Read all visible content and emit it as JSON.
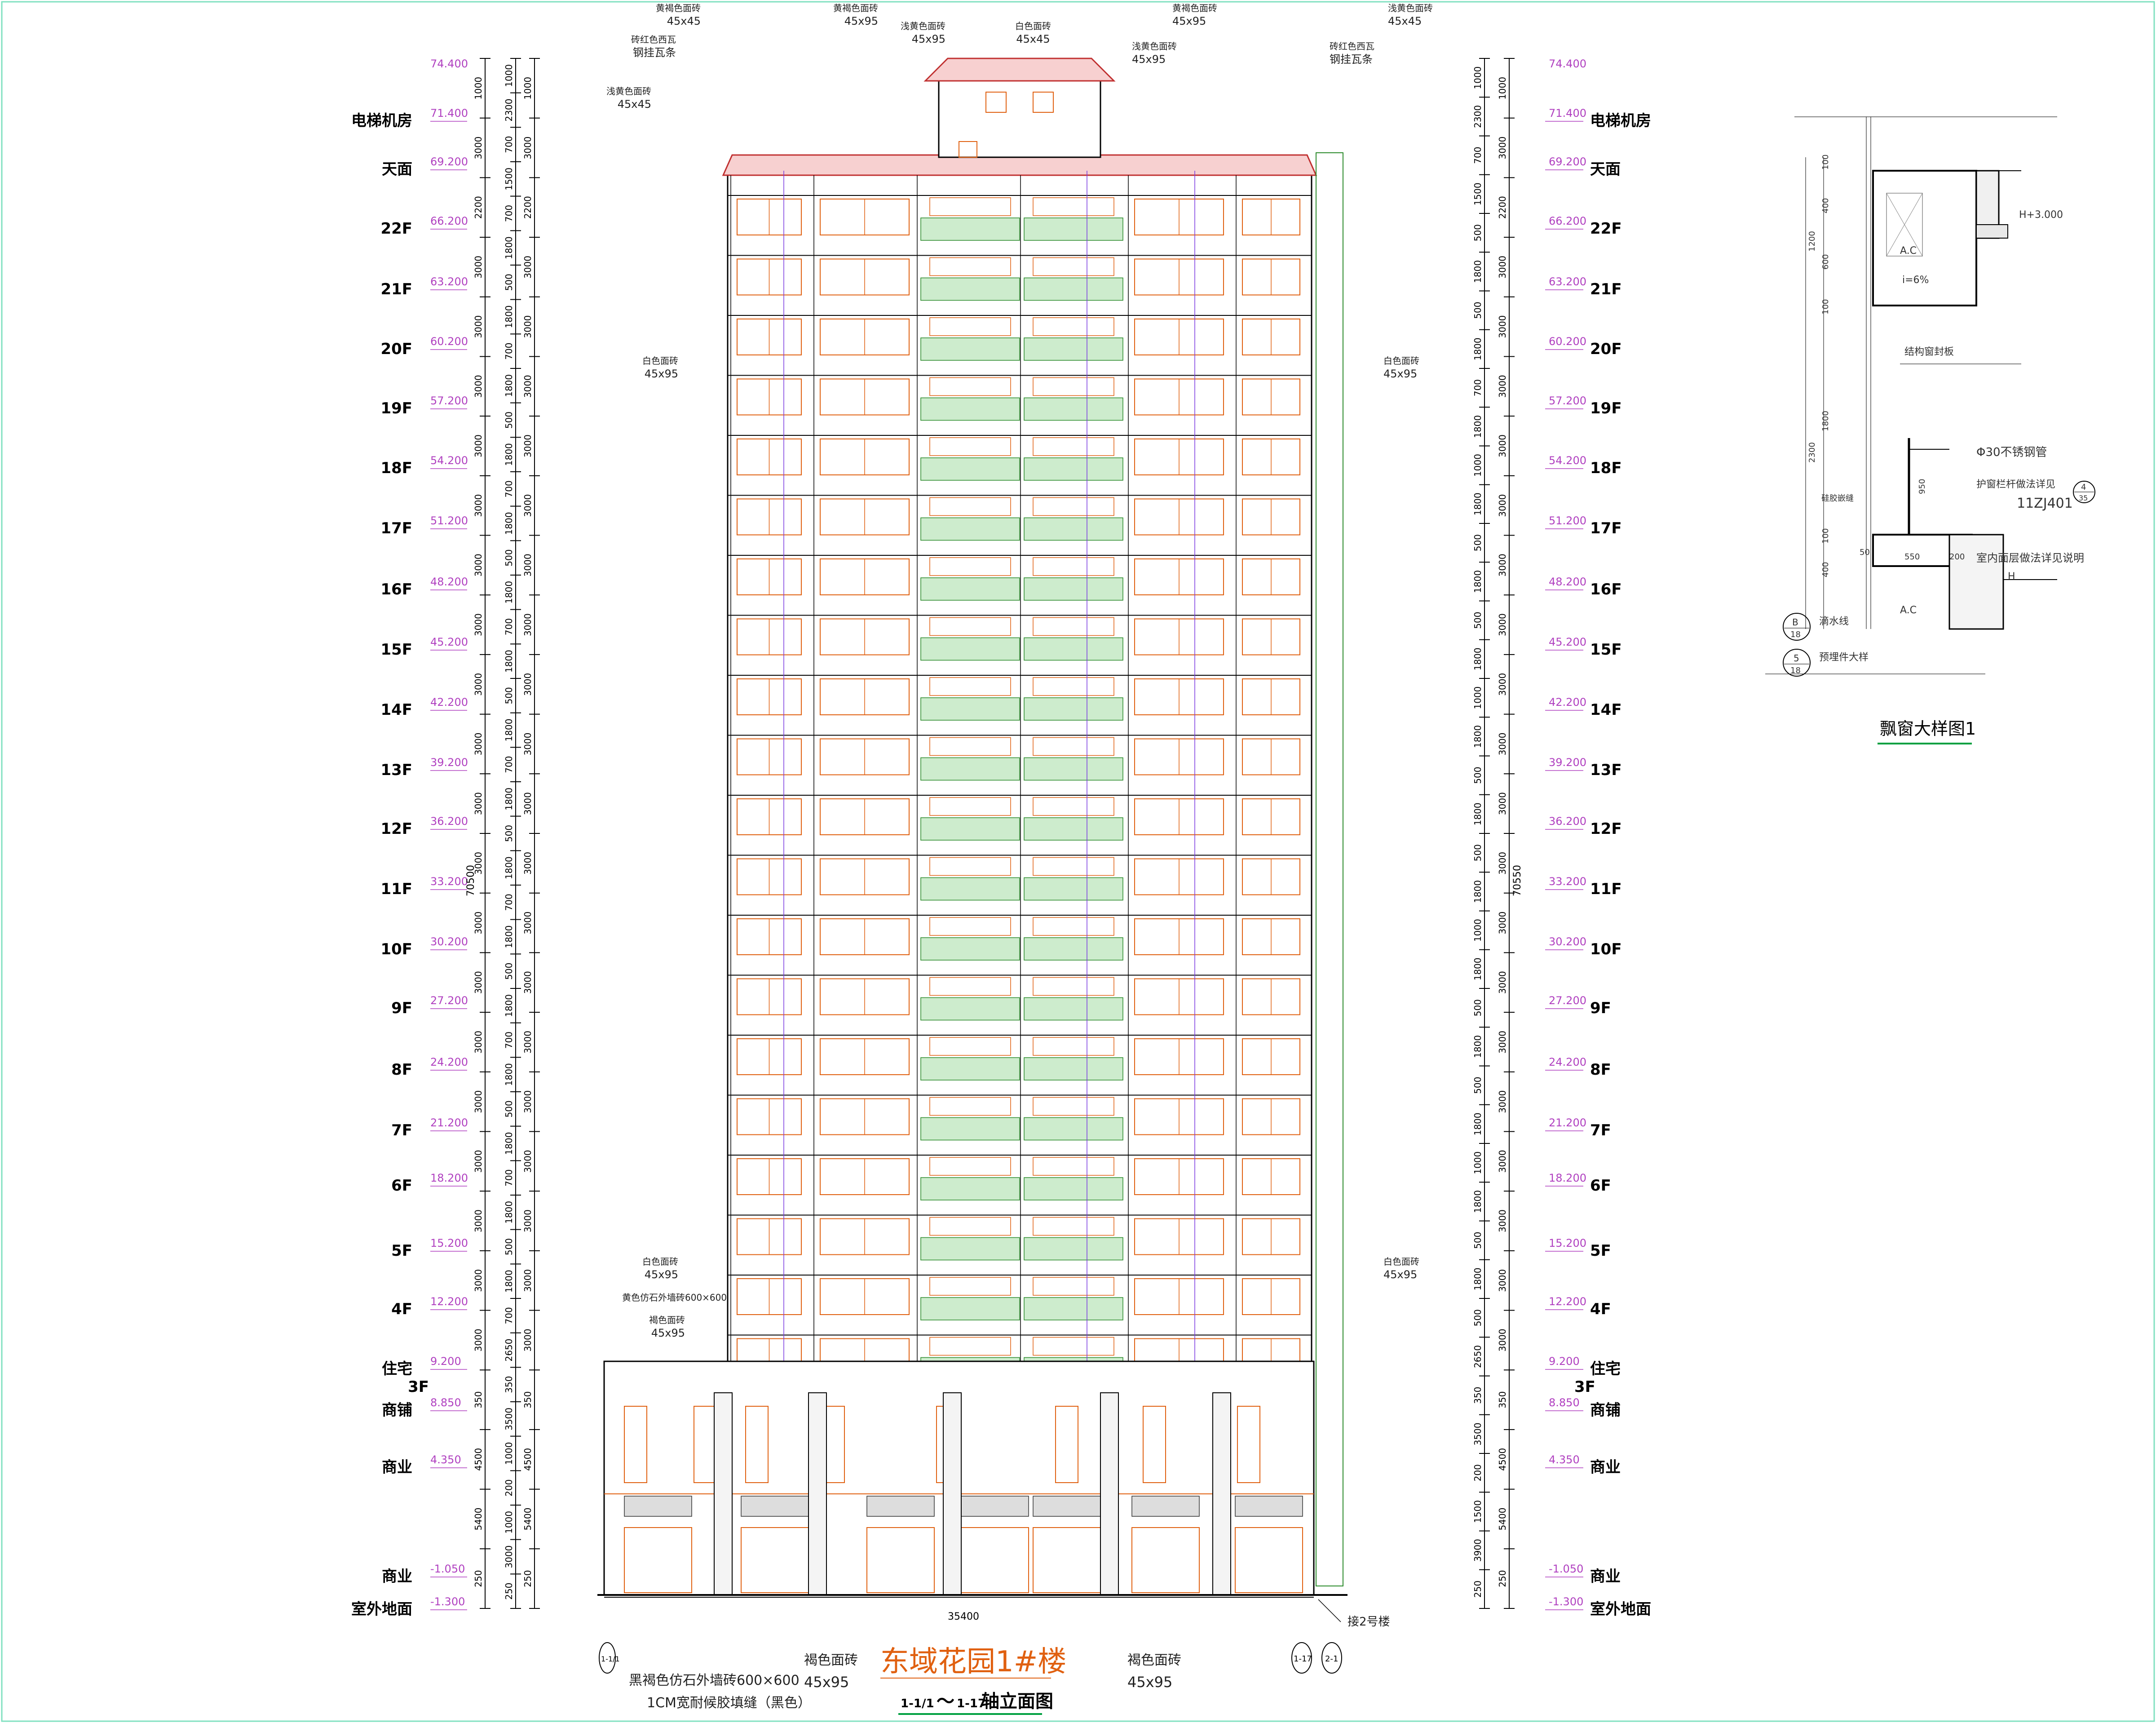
{
  "drawing": {
    "title": "东域花园1#楼",
    "subtitle_axis_left": "1-1/1",
    "subtitle_tilde": "～",
    "subtitle_axis_right": "1-17",
    "subtitle_text": "轴立面图",
    "width_dim": "35400",
    "axis_left": "1-1/1",
    "axis_right1": "1-17",
    "axis_right2": "2-1",
    "connect_note": "接2号楼"
  },
  "floors": [
    {
      "label": "电梯机房",
      "elev": "71.400"
    },
    {
      "label": "天面",
      "elev": "69.200"
    },
    {
      "label": "22F",
      "elev": "66.200"
    },
    {
      "label": "21F",
      "elev": "63.200"
    },
    {
      "label": "20F",
      "elev": "60.200"
    },
    {
      "label": "19F",
      "elev": "57.200"
    },
    {
      "label": "18F",
      "elev": "54.200"
    },
    {
      "label": "17F",
      "elev": "51.200"
    },
    {
      "label": "16F",
      "elev": "48.200"
    },
    {
      "label": "15F",
      "elev": "45.200"
    },
    {
      "label": "14F",
      "elev": "42.200"
    },
    {
      "label": "13F",
      "elev": "39.200"
    },
    {
      "label": "12F",
      "elev": "36.200"
    },
    {
      "label": "11F",
      "elev": "33.200"
    },
    {
      "label": "10F",
      "elev": "30.200"
    },
    {
      "label": "9F",
      "elev": "27.200"
    },
    {
      "label": "8F",
      "elev": "24.200"
    },
    {
      "label": "7F",
      "elev": "21.200"
    },
    {
      "label": "6F",
      "elev": "18.200"
    },
    {
      "label": "5F",
      "elev": "15.200"
    },
    {
      "label": "4F",
      "elev": "12.200"
    },
    {
      "label": "住宅",
      "elev": "9.200"
    },
    {
      "label": "商铺",
      "elev": "8.850"
    },
    {
      "label": "商业",
      "elev": "4.350"
    },
    {
      "label": "商业",
      "elev": "-1.050"
    },
    {
      "label": "室外地面",
      "elev": "-1.300"
    }
  ],
  "extra_labels": {
    "f3": "3F",
    "top_elev": "74.400",
    "total_left": "70500",
    "total_right": "70550"
  },
  "dims_left": [
    "1000",
    "3000",
    "2200",
    "3000",
    "3000",
    "3000",
    "3000",
    "3000",
    "3000",
    "3000",
    "3000",
    "3000",
    "3000",
    "3000",
    "3000",
    "3000",
    "3000",
    "3000",
    "3000",
    "3000",
    "3000",
    "3000",
    "350",
    "4500",
    "5400",
    "250"
  ],
  "dims_left2": [
    "1000",
    "2300",
    "700",
    "1500",
    "700",
    "1800",
    "500",
    "1800",
    "700",
    "1800",
    "500",
    "1800",
    "700",
    "1800",
    "500",
    "1800",
    "700",
    "1800",
    "500",
    "1800",
    "700",
    "1800",
    "500",
    "1800",
    "700",
    "1800",
    "500",
    "1800",
    "700",
    "1800",
    "500",
    "1800",
    "700",
    "1800",
    "500",
    "1800",
    "700",
    "2650",
    "350",
    "3500",
    "1000",
    "200",
    "1000",
    "3000",
    "250"
  ],
  "dims_right": [
    "1000",
    "2300",
    "700",
    "1500",
    "500",
    "1800",
    "500",
    "1800",
    "700",
    "1800",
    "1000",
    "1800",
    "500",
    "1800",
    "500",
    "1800",
    "1000",
    "1800",
    "500",
    "1800",
    "500",
    "1800",
    "1000",
    "1800",
    "500",
    "1800",
    "500",
    "1800",
    "1000",
    "1800",
    "500",
    "1800",
    "500",
    "2650",
    "350",
    "3500",
    "200",
    "1500",
    "3900",
    "250"
  ],
  "callouts": [
    {
      "text": "黄褐色面砖",
      "sub": "45x45"
    },
    {
      "text": "砖红色西瓦",
      "sub": "钢挂瓦条"
    },
    {
      "text": "浅黄色面砖",
      "sub": "45x45"
    },
    {
      "text": "黄褐色面砖",
      "sub": "45x95"
    },
    {
      "text": "浅黄色面砖",
      "sub": "45x95"
    },
    {
      "text": "白色面砖",
      "sub": "45x45"
    },
    {
      "text": "浅黄色面砖",
      "sub": "45x95"
    },
    {
      "text": "黄褐色面砖",
      "sub": "45x95"
    },
    {
      "text": "浅黄色面砖",
      "sub": "45x45"
    },
    {
      "text": "砖红色西瓦",
      "sub": "钢挂瓦条"
    },
    {
      "text": "白色面砖",
      "sub": "45x95"
    },
    {
      "text": "白色面砖",
      "sub": "45x95"
    },
    {
      "text": "白色面砖",
      "sub": "45x95"
    },
    {
      "text": "白色面砖",
      "sub": "45x95"
    },
    {
      "text": "黄色仿石外墙砖600×600",
      "sub": ""
    },
    {
      "text": "褐色面砖",
      "sub": "45x95"
    }
  ],
  "bottom_notes": {
    "left1": "黑褐色仿石外墙砖600×600",
    "left2": "1CM宽耐候胶填缝（黑色）",
    "mid_a": "褐色面砖",
    "mid_b": "45x95",
    "mid_c": "褐色面砖",
    "mid_d": "45x95"
  },
  "detail": {
    "title": "飘窗大样图1",
    "h_plus": "H+3.000",
    "ac1": "A.C",
    "slope": "i=6%",
    "struct": "结构窗封板",
    "pipe": "Φ30不锈钢管",
    "rail": "护窗栏杆做法详见",
    "std": "11ZJ401",
    "ref1_num": "4",
    "ref1_den": "35",
    "seal": "硅胶嵌缝",
    "floor_note": "室内面层做法详见说明",
    "h": "H",
    "ac2": "A.C",
    "drip": "滴水线",
    "embed": "预埋件大样",
    "b18_num": "B",
    "b18_den": "18",
    "r518_num": "5",
    "r518_den": "18",
    "d100": "100",
    "d400": "400",
    "d600": "600",
    "d1200": "1200",
    "d1800": "1800",
    "d2300": "2300",
    "d950": "950",
    "d50": "50",
    "d550": "550",
    "d200": "200"
  }
}
